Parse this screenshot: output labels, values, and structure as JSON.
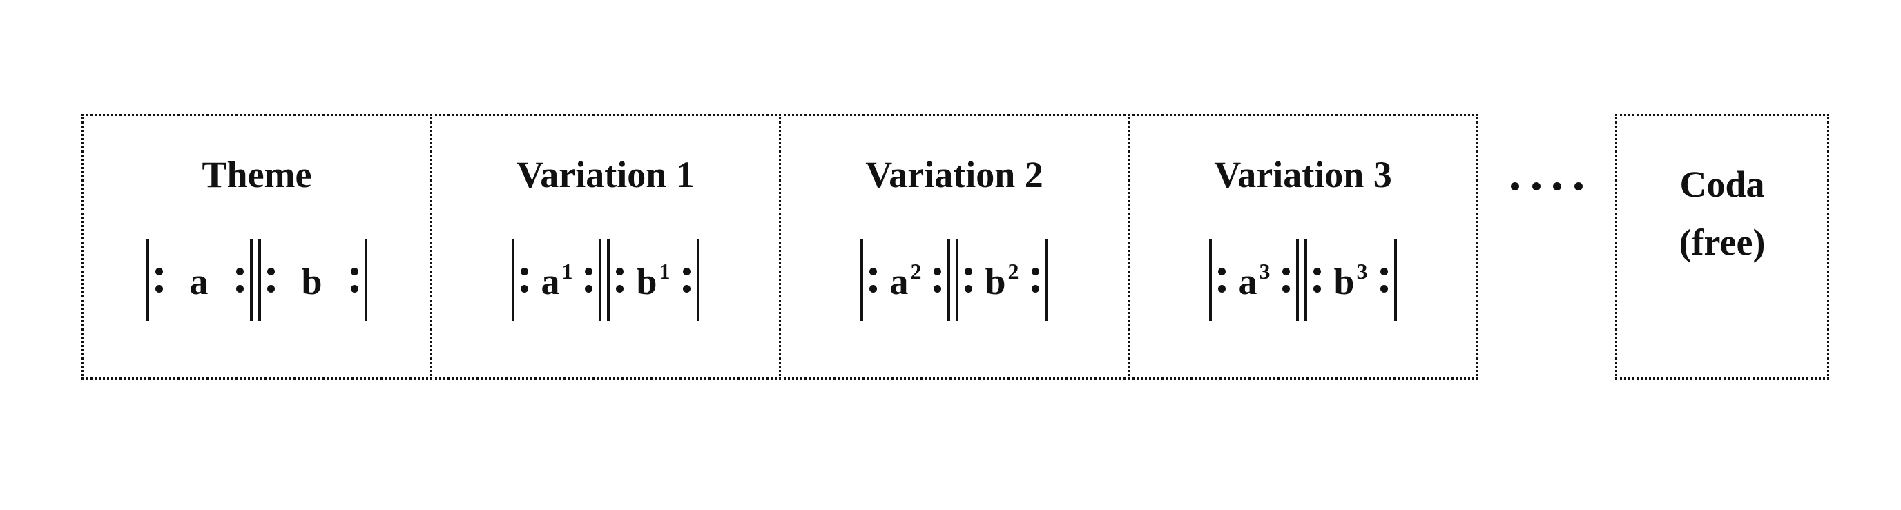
{
  "sections": [
    {
      "title": "Theme",
      "a": "a",
      "b": "b",
      "sup": ""
    },
    {
      "title": "Variation 1",
      "a": "a",
      "b": "b",
      "sup": "1"
    },
    {
      "title": "Variation 2",
      "a": "a",
      "b": "b",
      "sup": "2"
    },
    {
      "title": "Variation 3",
      "a": "a",
      "b": "b",
      "sup": "3"
    }
  ],
  "ellipsis_icon": "ellipsis-icon",
  "coda": {
    "title": "Coda",
    "subtitle": "(free)"
  },
  "colors": {
    "ink": "#111111",
    "background": "#ffffff"
  }
}
